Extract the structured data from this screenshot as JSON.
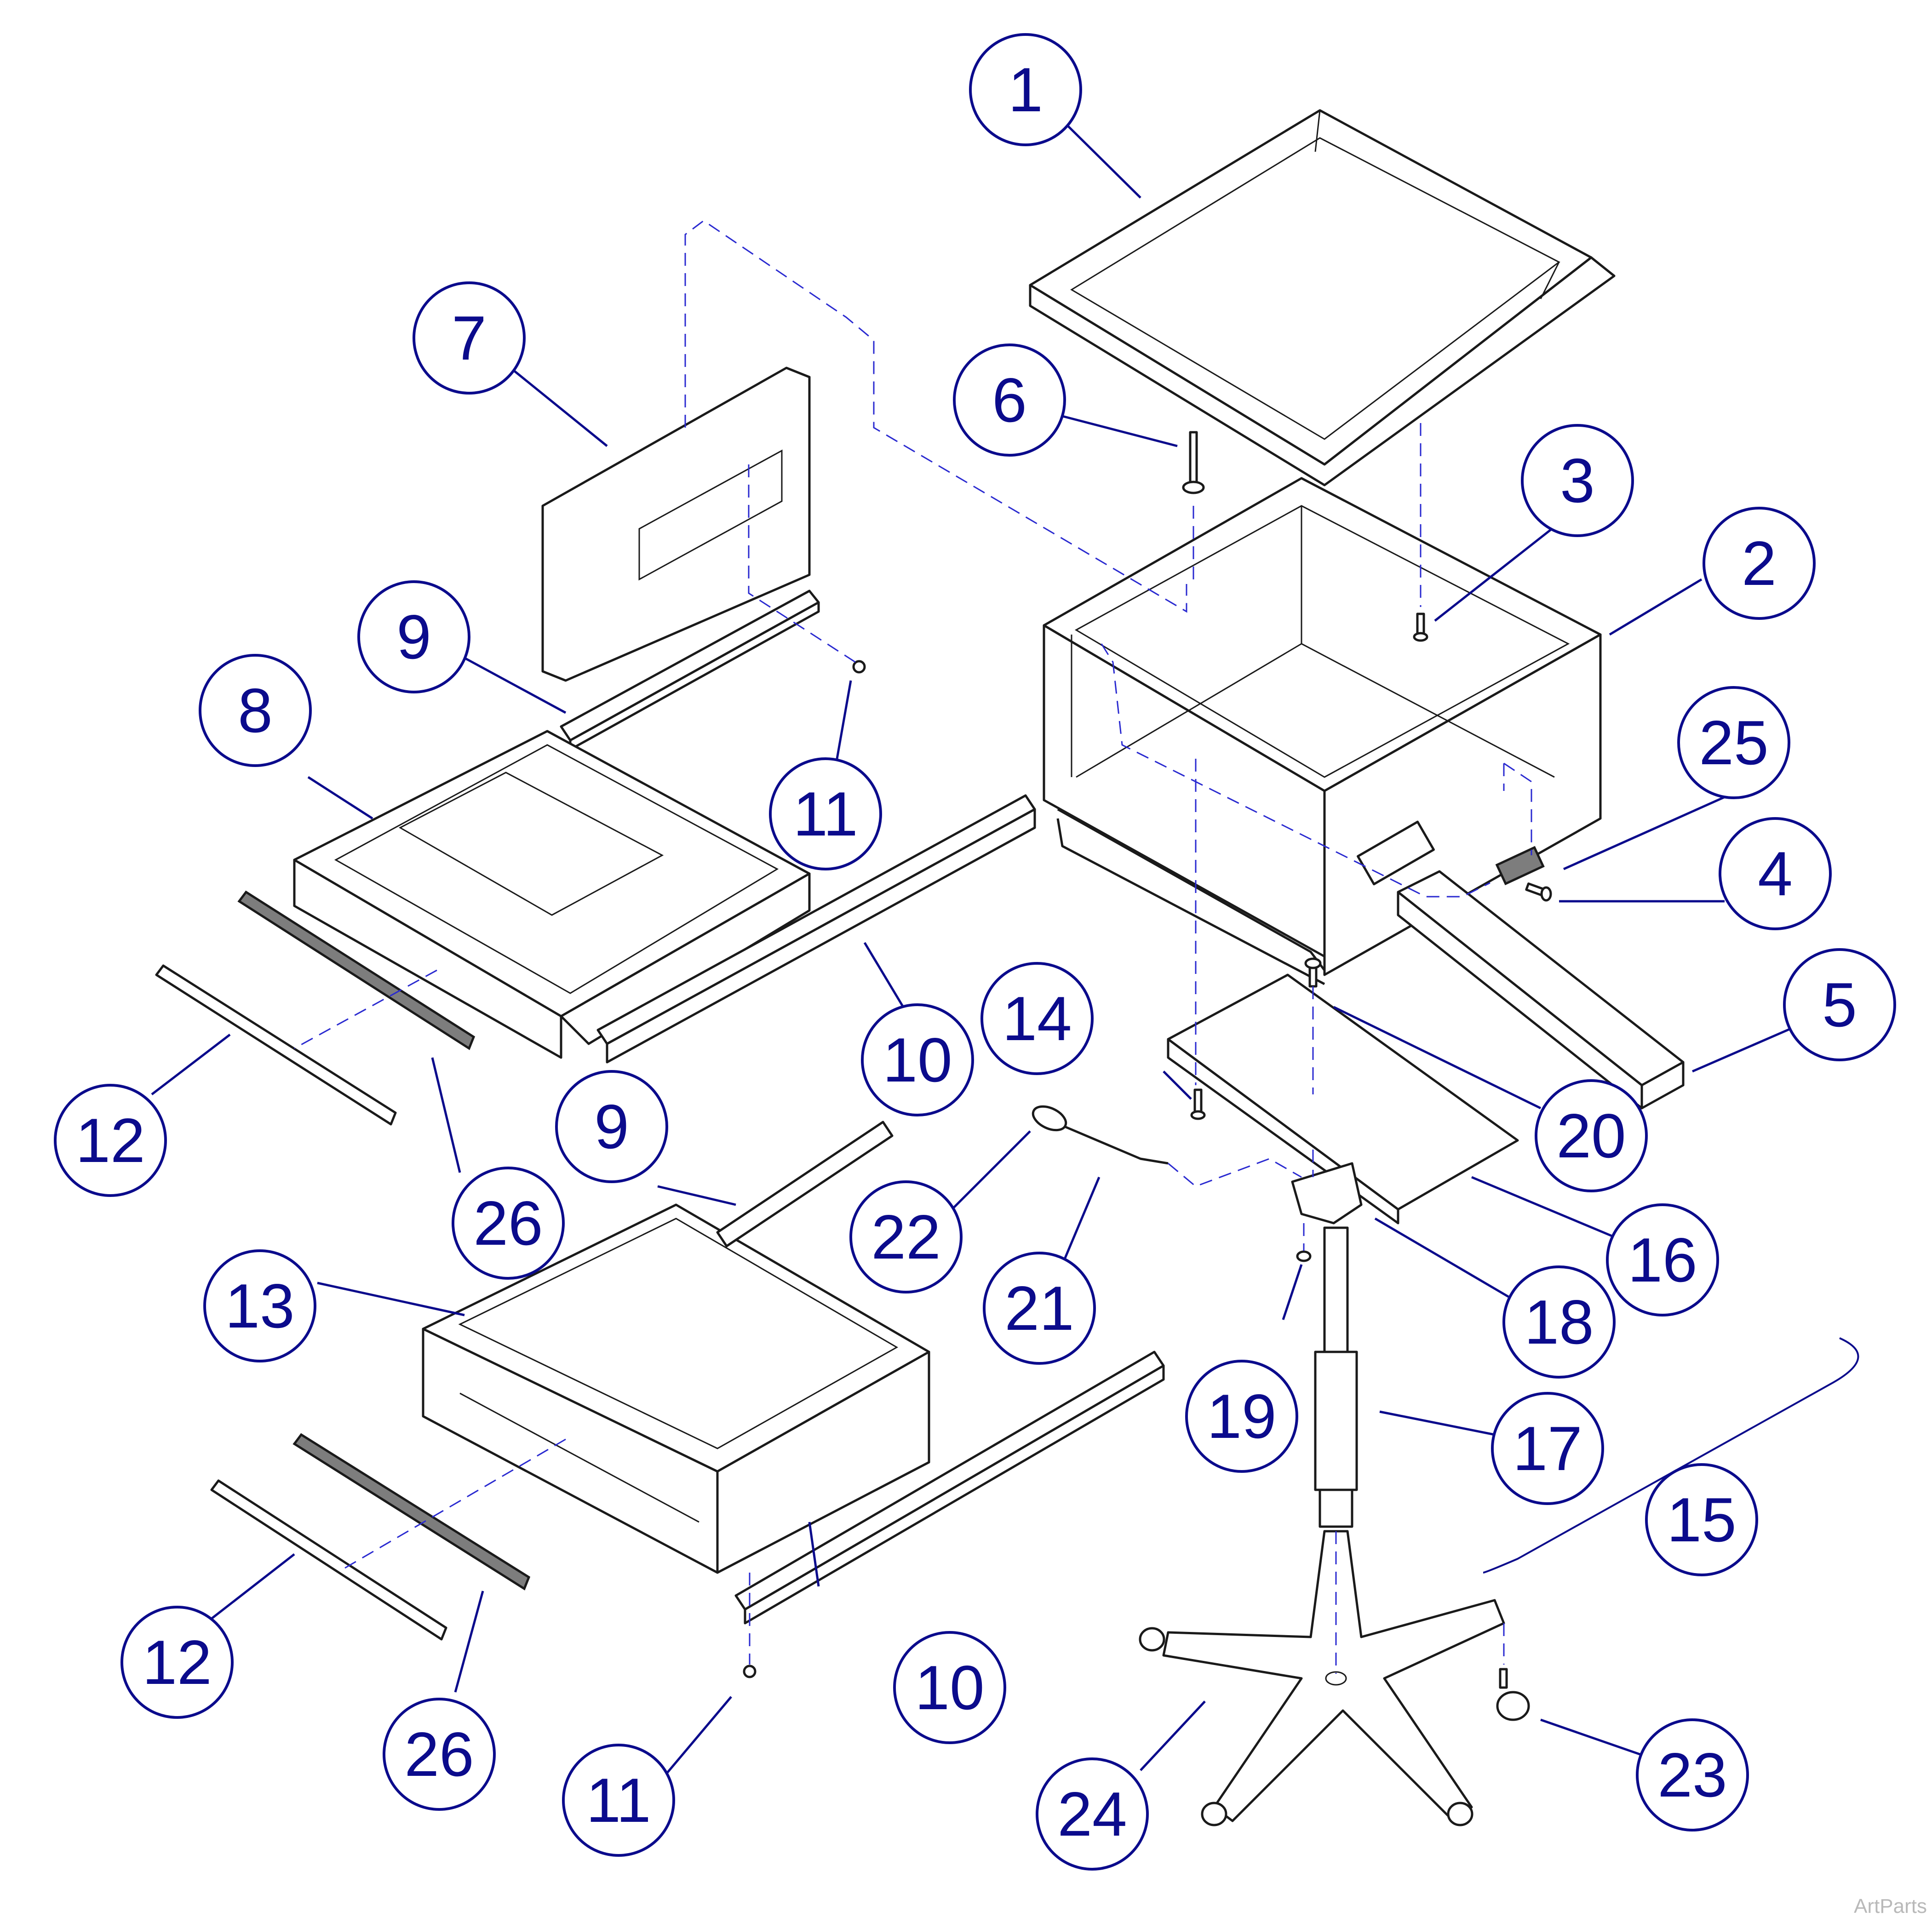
{
  "callouts": [
    {
      "id": "1",
      "label": "1"
    },
    {
      "id": "2",
      "label": "2"
    },
    {
      "id": "3",
      "label": "3"
    },
    {
      "id": "4",
      "label": "4"
    },
    {
      "id": "5",
      "label": "5"
    },
    {
      "id": "6",
      "label": "6"
    },
    {
      "id": "7",
      "label": "7"
    },
    {
      "id": "8",
      "label": "8"
    },
    {
      "id": "9a",
      "label": "9"
    },
    {
      "id": "9b",
      "label": "9"
    },
    {
      "id": "10a",
      "label": "10"
    },
    {
      "id": "10b",
      "label": "10"
    },
    {
      "id": "11a",
      "label": "11"
    },
    {
      "id": "11b",
      "label": "11"
    },
    {
      "id": "12a",
      "label": "12"
    },
    {
      "id": "12b",
      "label": "12"
    },
    {
      "id": "13",
      "label": "13"
    },
    {
      "id": "14",
      "label": "14"
    },
    {
      "id": "15",
      "label": "15"
    },
    {
      "id": "16",
      "label": "16"
    },
    {
      "id": "17",
      "label": "17"
    },
    {
      "id": "18",
      "label": "18"
    },
    {
      "id": "19",
      "label": "19"
    },
    {
      "id": "20",
      "label": "20"
    },
    {
      "id": "21",
      "label": "21"
    },
    {
      "id": "22",
      "label": "22"
    },
    {
      "id": "23",
      "label": "23"
    },
    {
      "id": "24",
      "label": "24"
    },
    {
      "id": "25",
      "label": "25"
    },
    {
      "id": "26a",
      "label": "26"
    },
    {
      "id": "26b",
      "label": "26"
    }
  ],
  "watermark": "ArtParts",
  "colors": {
    "callout": "#0b0b8c",
    "hidden_line": "#2a2ad0",
    "part_outline": "#1a1a1a",
    "shaded_strip": "#7d7d7d"
  }
}
